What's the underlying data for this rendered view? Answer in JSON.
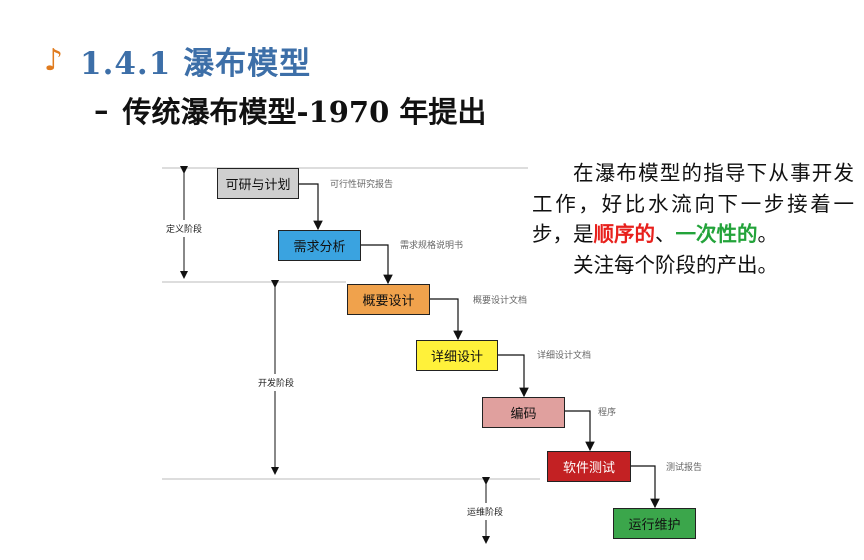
{
  "heading": {
    "bullet_icon": "music-note",
    "title": "1.4.1 瀑布模型"
  },
  "subheading": {
    "dash": "–",
    "text": "传统瀑布模型-1970 年提出"
  },
  "diagram": {
    "steps": [
      {
        "label": "可研与计划",
        "doc": "可行性研究报告",
        "color": "#cfcfcf"
      },
      {
        "label": "需求分析",
        "doc": "需求规格说明书",
        "color": "#3aa3e0"
      },
      {
        "label": "概要设计",
        "doc": "概要设计文档",
        "color": "#f0a24c"
      },
      {
        "label": "详细设计",
        "doc": "详细设计文档",
        "color": "#fff13a"
      },
      {
        "label": "编码",
        "doc": "程序",
        "color": "#e0a09e"
      },
      {
        "label": "软件测试",
        "doc": "测试报告",
        "color": "#c32123"
      },
      {
        "label": "运行维护",
        "doc": "",
        "color": "#3ba64b"
      }
    ],
    "phases": [
      "定义阶段",
      "开发阶段",
      "运维阶段"
    ]
  },
  "sidebar": {
    "para1_a": "在瀑布模型的指导下从事开发工作，好比水流向下一步接着一步，是",
    "para1_red": "顺序的",
    "para1_sep": "、",
    "para1_green": "一次性的",
    "para1_end": "。",
    "para2": "关注每个阶段的产出。"
  }
}
